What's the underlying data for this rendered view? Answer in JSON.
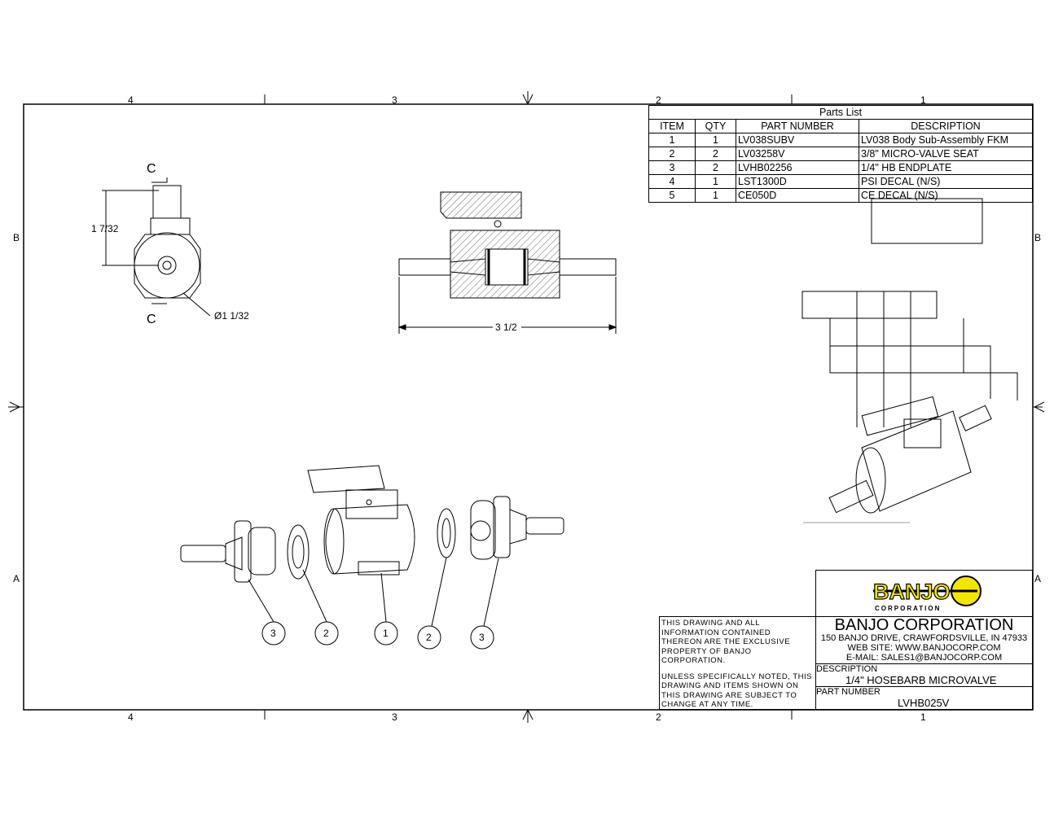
{
  "zones": {
    "columns": [
      "4",
      "3",
      "2",
      "1"
    ],
    "rows": [
      "B",
      "A"
    ]
  },
  "parts_list": {
    "title": "Parts List",
    "headers": [
      "ITEM",
      "QTY",
      "PART NUMBER",
      "DESCRIPTION"
    ],
    "rows": [
      {
        "item": "1",
        "qty": "1",
        "part_number": "LV038SUBV",
        "description": "LV038 Body Sub-Assembly FKM"
      },
      {
        "item": "2",
        "qty": "2",
        "part_number": "LV03258V",
        "description": "3/8\" MICRO-VALVE SEAT"
      },
      {
        "item": "3",
        "qty": "2",
        "part_number": "LVHB02256",
        "description": "1/4\" HB ENDPLATE"
      },
      {
        "item": "4",
        "qty": "1",
        "part_number": "LST1300D",
        "description": "PSI DECAL (N/S)"
      },
      {
        "item": "5",
        "qty": "1",
        "part_number": "CE050D",
        "description": "CE DECAL (N/S)"
      }
    ]
  },
  "dimensions": {
    "height": "1 7/32",
    "diameter": "Ø1 1/32",
    "length": "3 1/2",
    "section_label": "C"
  },
  "balloons": [
    "3",
    "2",
    "1",
    "2",
    "3"
  ],
  "title_block": {
    "logo_text": "BANJO",
    "logo_sub": "CORPORATION",
    "notes_1": "THIS DRAWING AND ALL INFORMATION CONTAINED THEREON ARE THE EXCLUSIVE PROPERTY OF BANJO CORPORATION.",
    "notes_2": "UNLESS SPECIFICALLY NOTED, THIS DRAWING AND ITEMS SHOWN ON THIS DRAWING ARE SUBJECT TO CHANGE AT ANY TIME.",
    "company": "BANJO CORPORATION",
    "address": "150 BANJO DRIVE, CRAWFORDSVILLE, IN 47933",
    "website": "WEB SITE: WWW.BANJOCORP.COM",
    "email": "E-MAIL: SALES1@BANJOCORP.COM",
    "description_label": "DESCRIPTION",
    "description": "1/4\" HOSEBARB MICROVALVE",
    "part_number_label": "PART NUMBER",
    "part_number": "LVHB025V"
  },
  "colors": {
    "logo_yellow": "#f2e600",
    "line": "#000000"
  }
}
